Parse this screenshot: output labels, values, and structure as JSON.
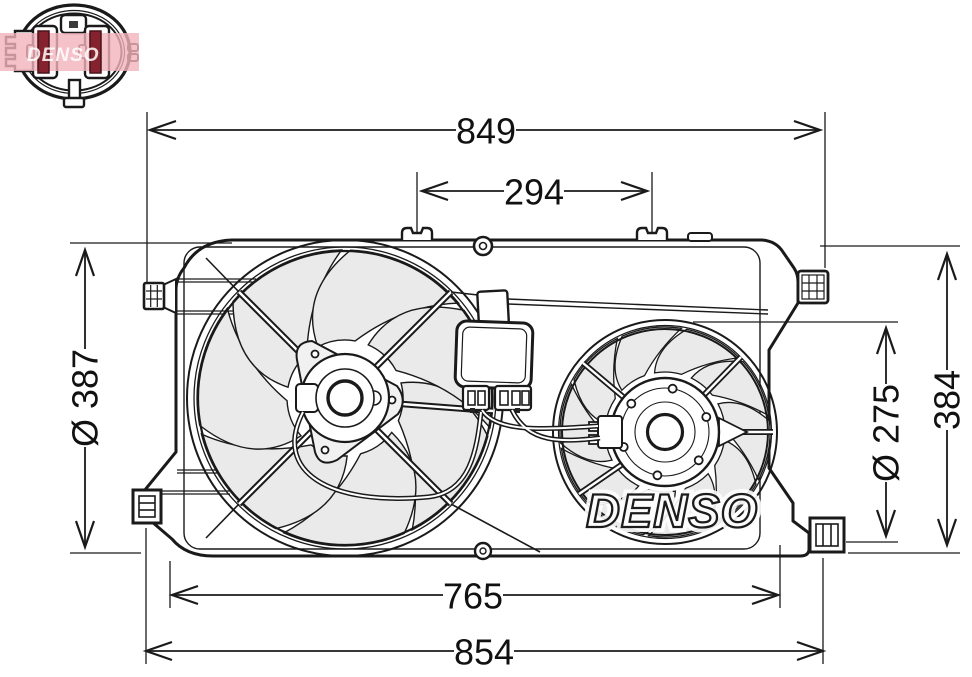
{
  "diagram": {
    "dimensions": {
      "overall_width_top": "849",
      "mount_tab_spacing": "294",
      "left_fan_diameter": "Ø 387",
      "right_fan_diameter": "Ø 275",
      "overall_height": "384",
      "lower_mount_spacing": "765",
      "overall_width_bottom": "854"
    },
    "watermarks": {
      "brand_main": "DENSO",
      "brand_connector": "DENSO"
    },
    "colors": {
      "line": "#1a1a1a",
      "blade_fill": "#eaeaea",
      "connector_band": "#f2b3bb",
      "terminal": "#84232e",
      "watermark_text": "#ffffff"
    }
  }
}
